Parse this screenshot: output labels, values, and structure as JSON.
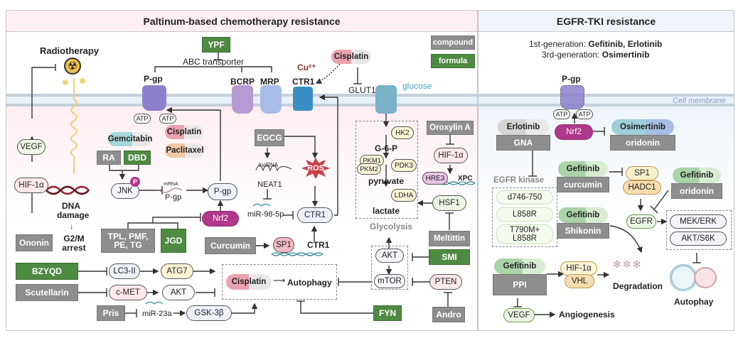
{
  "left_panel": {
    "title": "Paltinum-based chemotherapy resistance",
    "legend": {
      "compound": "compound",
      "formula": "formula"
    },
    "radiotherapy": "Radiotherapy",
    "abc_transporter": "ABC transporter",
    "transporters": {
      "pgp": "P-gp",
      "bcrp": "BCRP",
      "mrp": "MRP",
      "ctr1": "CTR1",
      "glut1": "GLUT1"
    },
    "cu": "Cu²⁺",
    "glucose": "glucose",
    "ypf": "YPF",
    "atp": "ATP",
    "drugs": {
      "cisplatin_top": "Cisplatin",
      "gemcitabin": "Gemcitabin",
      "cisplatin_pgp": "Cisplatin",
      "paclitaxel": "Paclitaxel",
      "cisplatin_auto": "Cisplatin"
    },
    "vegf": "VEGF",
    "hif1a": "HIF-1α",
    "dna_damage": "DNA damage",
    "g2m_arrest": "G2/M arrest",
    "ononin": "Ononin",
    "ra": "RA",
    "dbd": "DBD",
    "jnk": "JNK",
    "p": "P",
    "mrna": "mRNA",
    "pgp_mrna": "P-gp",
    "pgp_node": "P-gp",
    "nrf2": "Nrf2",
    "tpl": "TPL, PMF, PE, TG",
    "jgd": "JGD",
    "egcg": "EGCG",
    "lncrna": "lncRNA",
    "neat1": "NEAT1",
    "ros": "ROS",
    "mir98": "miR-98-5p",
    "ctr1_node": "CTR1",
    "curcumin": "Curcumin",
    "sp1": "SP1",
    "ctr1_gene": "CTR1",
    "bzyqd": "BZYQD",
    "scutellarin": "Scutellarin",
    "pris": "Pris",
    "lc3": "LC3-II",
    "atg7": "ATG7",
    "cmet": "c-MET",
    "akt_left": "AKT",
    "mir23a": "miR-23a",
    "gsk3b": "GSK-3β",
    "autophagy": "Autophagy",
    "fyn": "FYN",
    "glycolysis": {
      "hk2": "HK2",
      "g6p": "G-6-P",
      "pkm1": "PKM1",
      "pkm2": "PKM2",
      "pdk3": "PDK3",
      "pyruvate": "pyruvate",
      "ldha": "LDHA",
      "lactate": "lactate",
      "label": "Glycolysis"
    },
    "oroxylin": "Oroxylin A",
    "hif1a_right": "HIF-1α",
    "hre3": "HRE3",
    "xpc": "XPC",
    "hsf1": "HSF1",
    "melittin": "Meltittin",
    "smi": "SMI",
    "akt": "AKT",
    "mtor": "mTOR",
    "pten": "PTEN",
    "andro": "Andro"
  },
  "right_panel": {
    "title": "EGFR-TKI resistance",
    "gen1_prefix": "1st-generation: ",
    "gen1_drugs": "Gefitinib, Erlotinib",
    "gen3_prefix": "3rd-generation: ",
    "gen3_drugs": "Osimertinib",
    "cell_membrane": "Cell membrane",
    "pgp": "P-gp",
    "atp": "ATP",
    "erlotinib": "Erlotinib",
    "gna": "GNA",
    "nrf2": "Nrf2",
    "osimertinib": "Osimertinib",
    "oridonin1": "oridonin",
    "egfr_kinase": "EGFR kinase",
    "mutations": [
      "d746-750",
      "L858R",
      "T790M+ L858R"
    ],
    "gefitinib_curcumin": {
      "drug": "Gefitinib",
      "compound": "curcumin"
    },
    "sp1": "SP1",
    "hadc1": "HADC1",
    "gefitinib_oridonin": {
      "drug": "Gefitinib",
      "compound": "oridonin"
    },
    "gefitinib_shikonin": {
      "drug": "Gefitinib",
      "compound": "Shikonin"
    },
    "egfr": "EGFR",
    "mek_erk": "MEK/ERK",
    "akt_s6k": "AKT/S6K",
    "gefitinib_ppi": {
      "drug": "Gefitinib",
      "compound": "PPI"
    },
    "hif1a": "HIF-1α",
    "vhl": "VHL",
    "degradation": "Degradation",
    "autophagy": "Autophay",
    "vegf": "VEGF",
    "angiogenesis": "Angiogenesis"
  },
  "colors": {
    "compound_gray": "#8e8e8e",
    "formula_green": "#4f8a43",
    "nrf2_magenta": "#b0388a",
    "membrane": "#c5d3dc",
    "intracellular_pink": "#fdf0f3",
    "intracellular_blue": "#f1f6fb"
  }
}
